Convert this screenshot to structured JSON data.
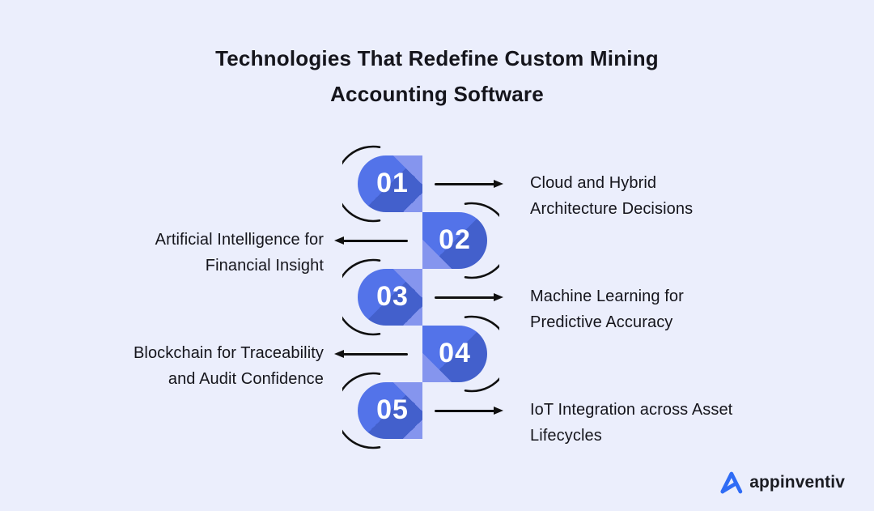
{
  "page": {
    "background": "#ebeefc",
    "title_line1": "Technologies That Redefine Custom Mining",
    "title_line2": "Accounting Software"
  },
  "colors": {
    "badge_medium": "#5373e9",
    "badge_dark": "#4360cc",
    "badge_light": "#8595ee",
    "line": "#101010",
    "text": "#15151c",
    "logo_blue": "#2f6cf5"
  },
  "steps": [
    {
      "number": "01",
      "side": "right",
      "label_line1": "Cloud and Hybrid",
      "label_line2": "Architecture Decisions"
    },
    {
      "number": "02",
      "side": "left",
      "label_line1": "Artificial Intelligence for",
      "label_line2": "Financial Insight"
    },
    {
      "number": "03",
      "side": "right",
      "label_line1": "Machine Learning for",
      "label_line2": "Predictive Accuracy"
    },
    {
      "number": "04",
      "side": "left",
      "label_line1": "Blockchain for Traceability",
      "label_line2": "and Audit Confidence"
    },
    {
      "number": "05",
      "side": "right",
      "label_line1": "IoT Integration across Asset",
      "label_line2": "Lifecycles"
    }
  ],
  "logo": {
    "brand": "appinventiv"
  }
}
